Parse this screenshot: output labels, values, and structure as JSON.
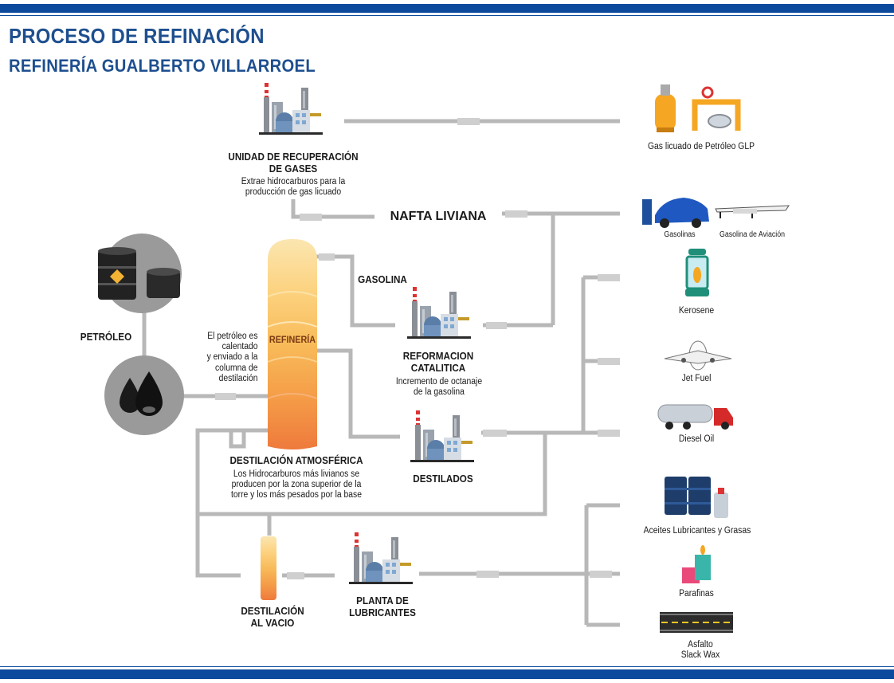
{
  "header": {
    "title": "PROCESO DE REFINACIÓN",
    "subtitle": "REFINERÍA GUALBERTO VILLARROEL"
  },
  "nodes": {
    "gas_unit": {
      "title": "UNIDAD DE RECUPERACIÓN DE GASES",
      "title_1": "UNIDAD DE RECUPERACIÓN",
      "title_2": "DE GASES",
      "desc_1": "Extrae hidrocarburos para la",
      "desc_2": "producción de gas licuado"
    },
    "nafta": {
      "label": "NAFTA LIVIANA"
    },
    "gasolina": {
      "label": "GASOLINA"
    },
    "petroleo": {
      "label": "PETRÓLEO"
    },
    "feed_note": {
      "line_1": "El petróleo es",
      "line_2": "calentado",
      "line_3": "y enviado a la",
      "line_4": "columna de",
      "line_5": "destilación"
    },
    "column": {
      "label": "REFINERÍA"
    },
    "atmospheric": {
      "title": "DESTILACIÓN ATMOSFÉRICA",
      "desc_1": "Los Hidrocarburos más livianos se",
      "desc_2": "producen por la zona superior de la",
      "desc_3": "torre y los más pesados por la base"
    },
    "reformer": {
      "title_1": "REFORMACION",
      "title_2": "CATALITICA",
      "desc_1": "Incremento de octanaje",
      "desc_2": "de la gasolina"
    },
    "destilados": {
      "label": "DESTILADOS"
    },
    "vacuum": {
      "title_1": "DESTILACIÓN",
      "title_2": "AL VACIO"
    },
    "lubricants_plant": {
      "title_1": "PLANTA DE",
      "title_2": "LUBRICANTES"
    }
  },
  "products": {
    "glp": "Gas licuado de Petróleo GLP",
    "gasolinas": "Gasolinas",
    "aviacion": "Gasolina de Aviación",
    "kerosene": "Kerosene",
    "jet_fuel": "Jet Fuel",
    "diesel": "Diesel Oil",
    "aceites": "Aceites Lubricantes y Grasas",
    "parafinas": "Parafinas",
    "asfalto_1": "Asfalto",
    "asfalto_2": "Slack Wax"
  },
  "colors": {
    "brand_blue": "#0b4a9c",
    "title_blue": "#1e4f8f",
    "pipe": "#b8b8b8",
    "column_gradient": [
      "#fbe3a8",
      "#fcd17e",
      "#f8b95a",
      "#f59b48",
      "#ee7a3c"
    ]
  }
}
